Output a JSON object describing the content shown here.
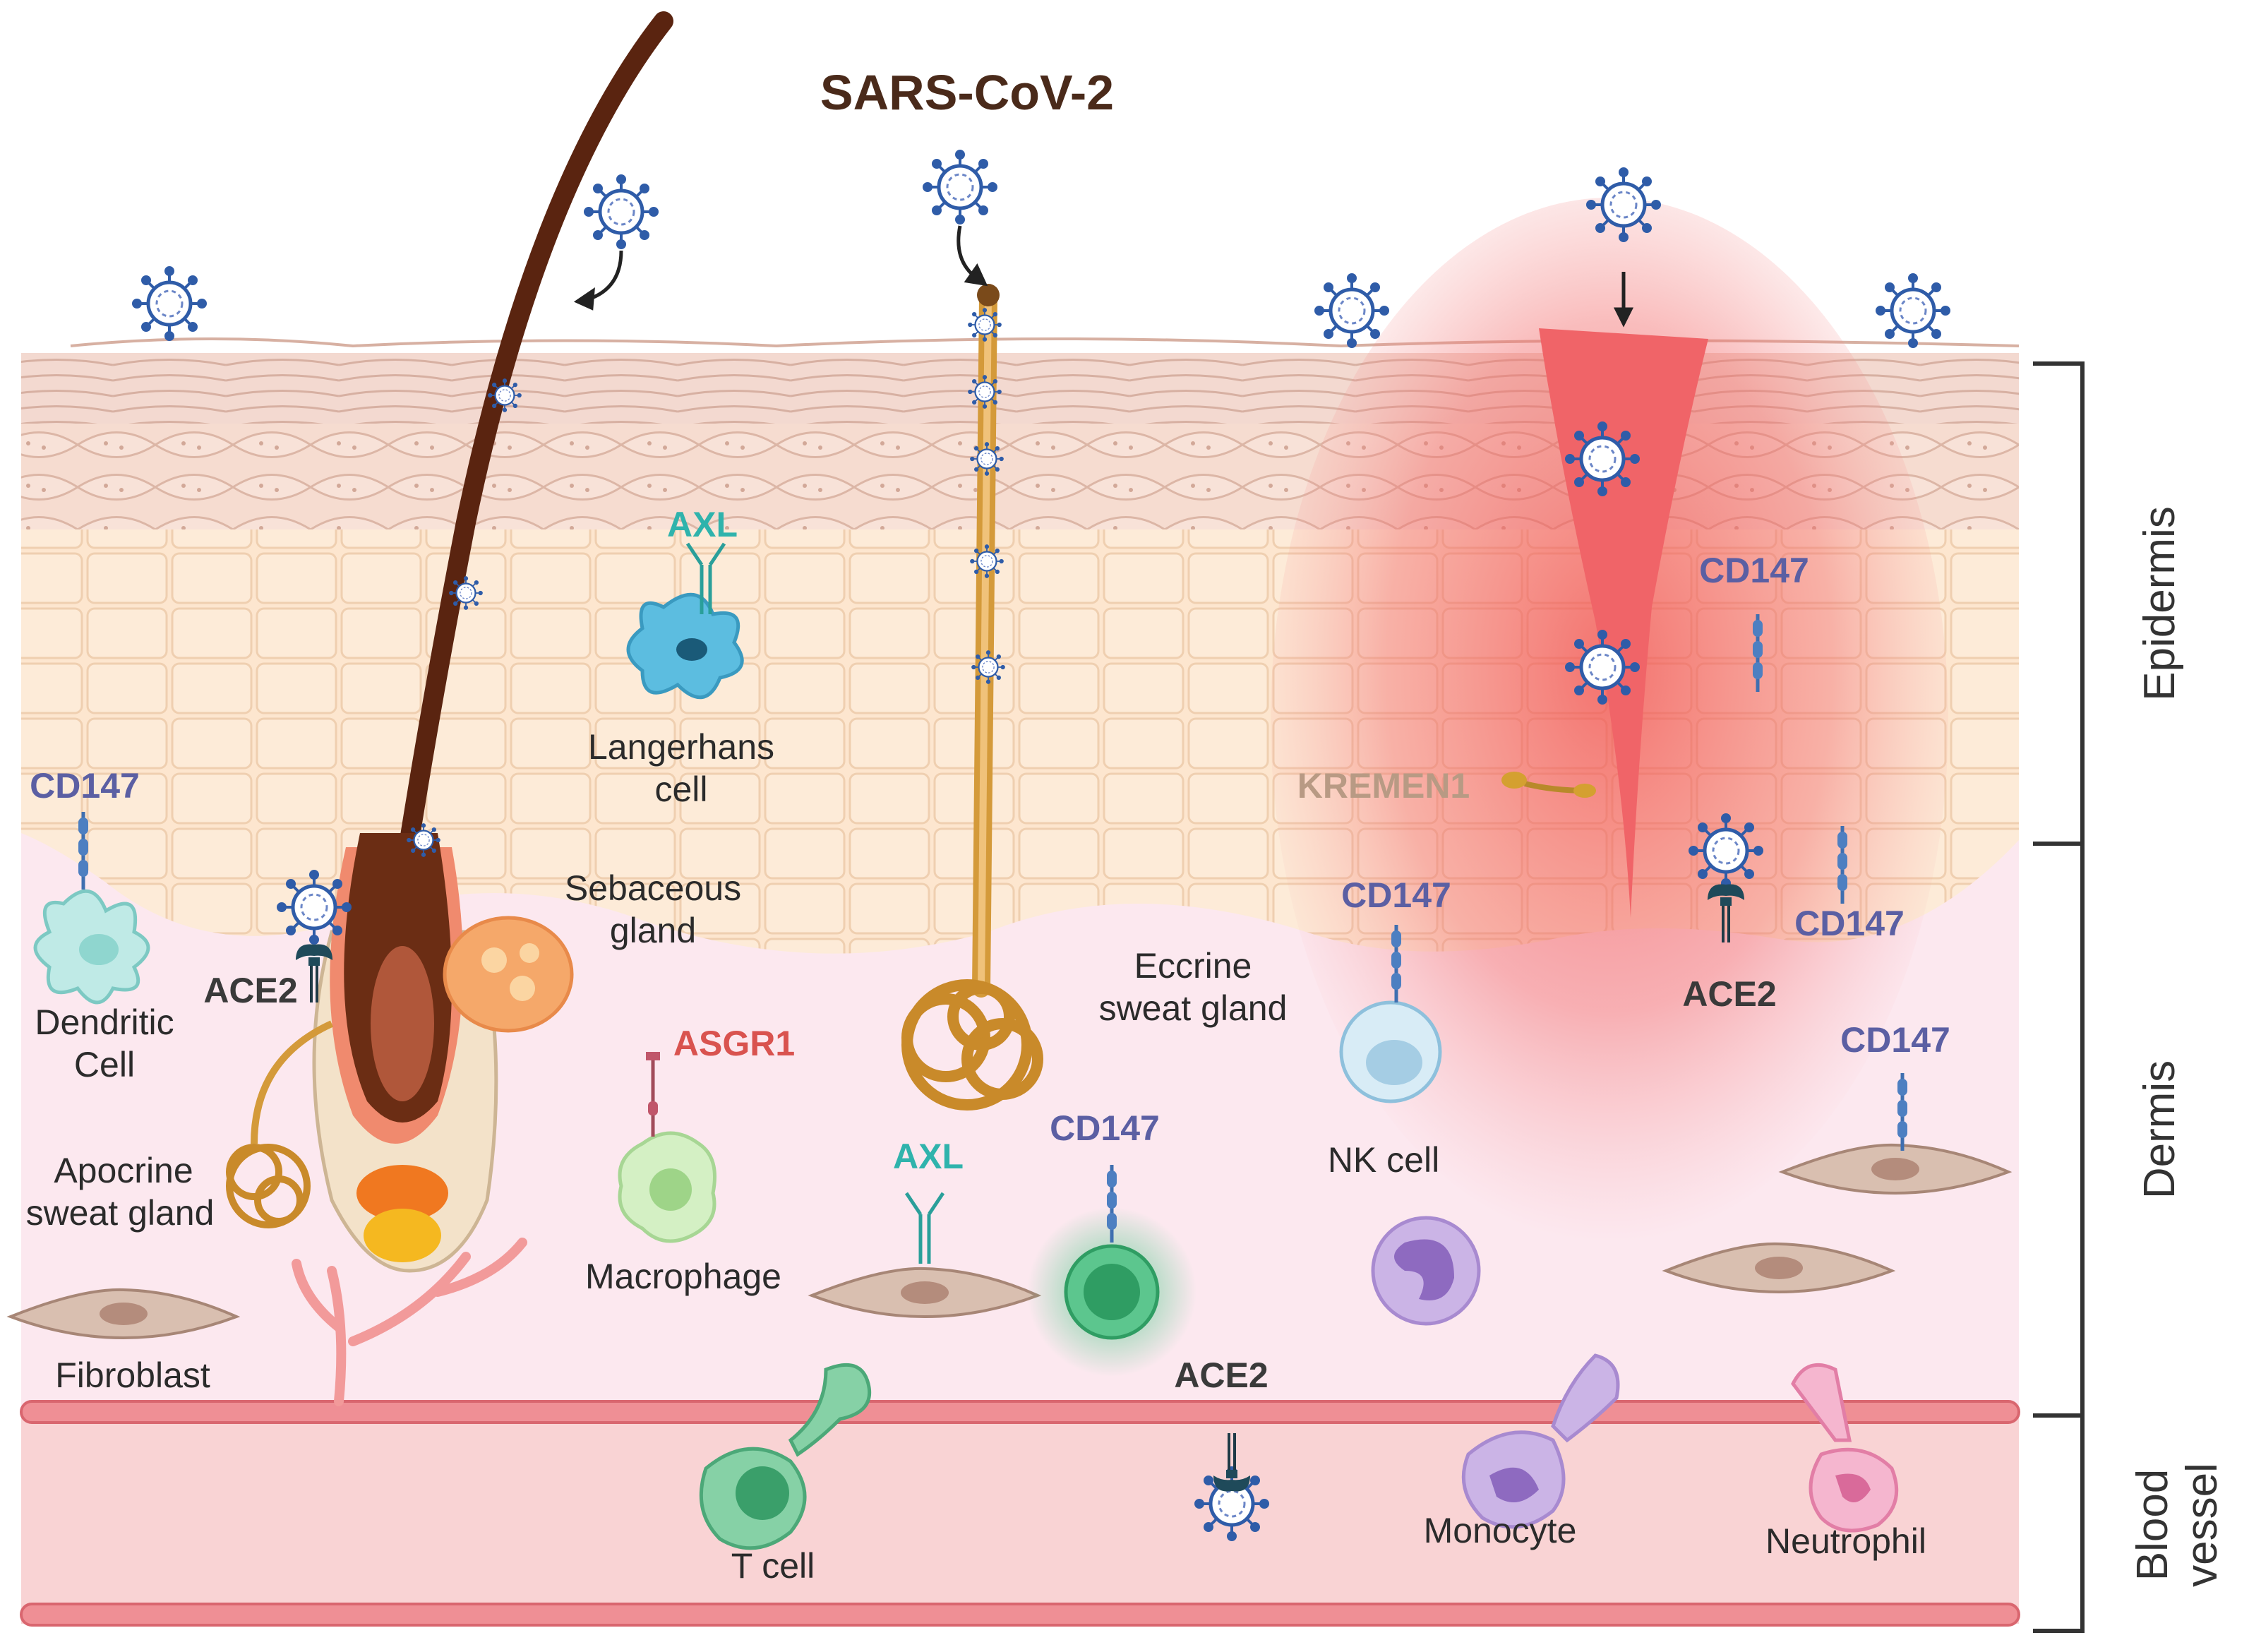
{
  "title": "SARS-CoV-2",
  "regions": {
    "epidermis": "Epidermis",
    "dermis": "Dermis",
    "blood_vessel_line1": "Blood",
    "blood_vessel_line2": "vessel"
  },
  "cells": {
    "langerhans_1": "Langerhans",
    "langerhans_2": "cell",
    "sebaceous_1": "Sebaceous",
    "sebaceous_2": "gland",
    "eccrine_1": "Eccrine",
    "eccrine_2": "sweat gland",
    "dendritic_1": "Dendritic",
    "dendritic_2": "Cell",
    "apocrine_1": "Apocrine",
    "apocrine_2": "sweat gland",
    "macrophage": "Macrophage",
    "fibroblast": "Fibroblast",
    "nk_cell": "NK cell",
    "t_cell": "T cell",
    "monocyte": "Monocyte",
    "neutrophil": "Neutrophil"
  },
  "receptors": {
    "axl_langerhans": "AXL",
    "cd147_dendritic": "CD147",
    "ace2_hair": "ACE2",
    "asgr1": "ASGR1",
    "axl_dermis": "AXL",
    "cd147_tcell": "CD147",
    "kremen1": "KREMEN1",
    "cd147_epidermis": "CD147",
    "cd147_nk": "CD147",
    "ace2_wound": "ACE2",
    "cd147_wound": "CD147",
    "cd147_fibroblast": "CD147",
    "ace2_vessel": "ACE2"
  },
  "colors": {
    "ace2": "#3a3a3a",
    "cd147": "#5b5fa3",
    "axl": "#2fb3ac",
    "asgr1": "#d9534f",
    "kremen1": "#b89a84",
    "title": "#4a2a1a"
  }
}
